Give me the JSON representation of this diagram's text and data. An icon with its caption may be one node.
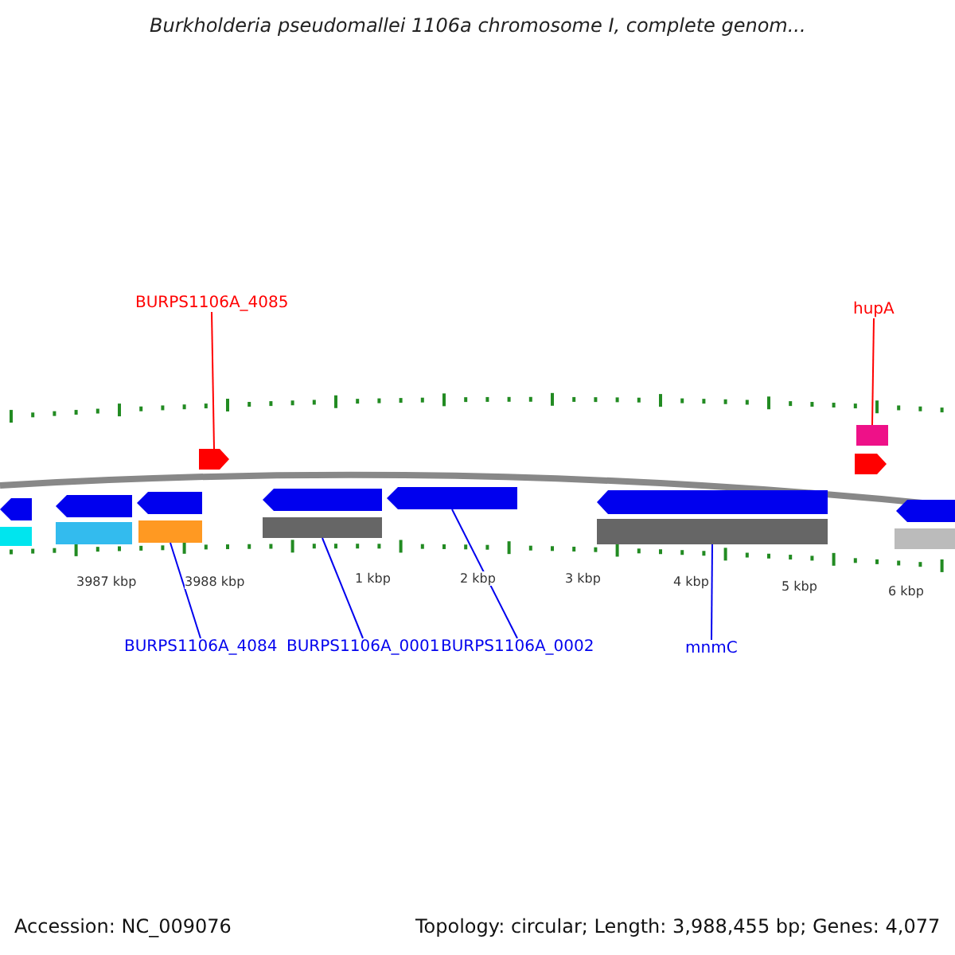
{
  "diagram": {
    "title": "Burkholderia pseudomallei 1106a chromosome I, complete genom...",
    "nodes": [
      {
        "text": [
          "BURPS1106A_4085"
        ]
      },
      {
        "text": [
          "hupA"
        ]
      },
      {
        "text": [
          "BURPS1106A_4084"
        ]
      },
      {
        "text": [
          "BURPS1106A_0001"
        ]
      },
      {
        "text": [
          "BURPS1106A_0002"
        ]
      },
      {
        "text": [
          "mnmC"
        ]
      },
      {
        "text": [],
        "shape": "box"
      },
      {
        "text": [],
        "shape": "arrow"
      },
      {
        "text": [],
        "shape": "arrow"
      },
      {
        "text": [],
        "shape": "arrow"
      },
      {
        "text": [],
        "shape": "arrow"
      },
      {
        "text": [],
        "shape": "arrow"
      },
      {
        "text": [],
        "shape": "arrow"
      },
      {
        "text": [],
        "shape": "arrow"
      },
      {
        "text": [],
        "shape": "arrow"
      },
      {
        "text": [],
        "shape": "arrow"
      },
      {
        "text": [],
        "shape": "box"
      },
      {
        "text": [],
        "shape": "box"
      },
      {
        "text": [],
        "shape": "box"
      },
      {
        "text": [],
        "shape": "box"
      },
      {
        "text": [],
        "shape": "box"
      },
      {
        "text": [],
        "shape": "box"
      }
    ],
    "edges": [
      {
        "from": 0,
        "to": 7,
        "arrow": "none",
        "color": "#ff0000"
      },
      {
        "from": 1,
        "to": 6,
        "arrow": "none",
        "color": "#ff0000"
      },
      {
        "from": 2,
        "to": 18,
        "arrow": "none"
      },
      {
        "from": 3,
        "to": 19,
        "arrow": "none"
      },
      {
        "from": 4,
        "to": 13,
        "arrow": "none"
      },
      {
        "from": 5,
        "to": 20,
        "arrow": "none"
      }
    ],
    "labels": [
      "3987 kbp",
      "3988 kbp",
      "1 kbp",
      "2 kbp",
      "3 kbp",
      "4 kbp",
      "5 kbp",
      "6 kbp",
      "Accession: NC_009076",
      "Topology: circular; Length: 3,988,455 bp; Genes: 4,077"
    ]
  }
}
